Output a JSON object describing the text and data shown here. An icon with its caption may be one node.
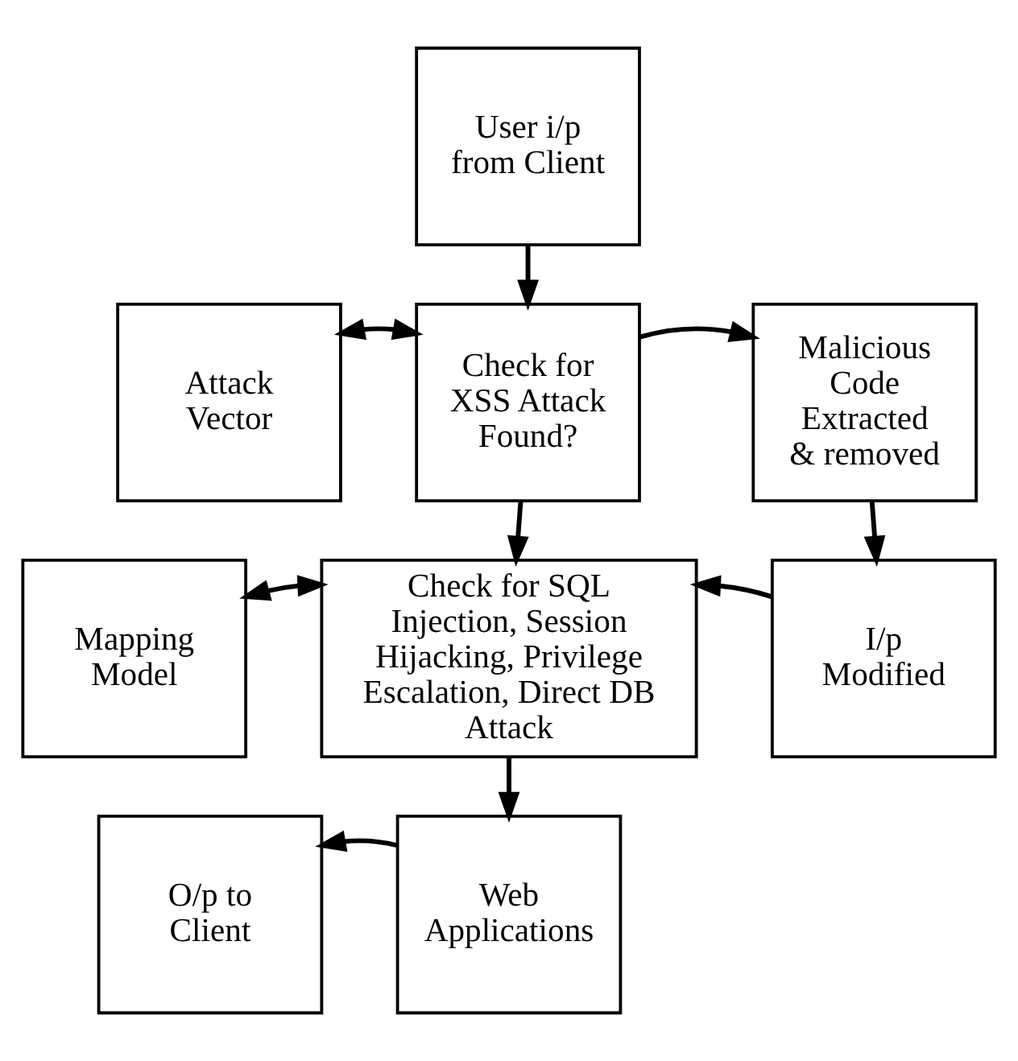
{
  "diagram": {
    "nodes": [
      {
        "text": [
          "User i/p from Client"
        ]
      },
      {
        "text": [
          "Attack Vector"
        ]
      },
      {
        "text": [
          "Check for XSS Attack Found?"
        ]
      },
      {
        "text": [
          "Malicious Code Extracted & removed"
        ]
      },
      {
        "text": [
          "Mapping Model"
        ]
      },
      {
        "text": [
          "Check for SQL Injection, Session Hijacking, Privilege Escalation, Direct DB Attack"
        ]
      },
      {
        "text": [
          "I/p Modified"
        ]
      },
      {
        "text": [
          "O/p to Client"
        ]
      },
      {
        "text": [
          "Web Applications"
        ]
      }
    ],
    "edges": [
      {
        "from": 0,
        "to": 2,
        "arrow": "to"
      },
      {
        "from": 1,
        "to": 2,
        "arrow": "both"
      },
      {
        "from": 2,
        "to": 3,
        "arrow": "to"
      },
      {
        "from": 2,
        "to": 5,
        "arrow": "to"
      },
      {
        "from": 3,
        "to": 6,
        "arrow": "to"
      },
      {
        "from": 6,
        "to": 5,
        "arrow": "to"
      },
      {
        "from": 4,
        "to": 5,
        "arrow": "both"
      },
      {
        "from": 5,
        "to": 8,
        "arrow": "to"
      },
      {
        "from": 8,
        "to": 7,
        "arrow": "to"
      }
    ]
  }
}
